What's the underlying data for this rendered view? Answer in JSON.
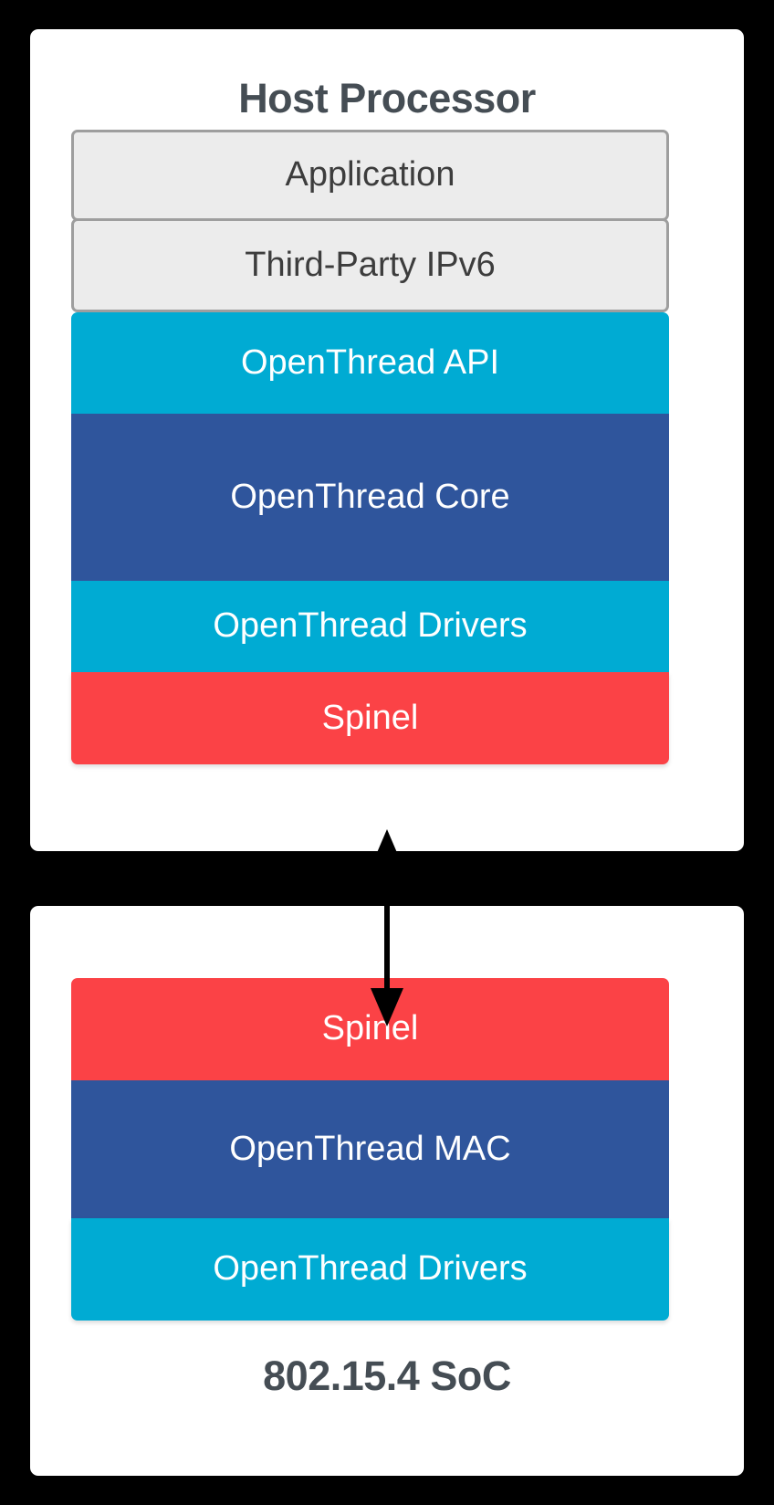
{
  "diagram": {
    "type": "layered-architecture",
    "background_color": "#000000",
    "panel_color": "#ffffff",
    "colors": {
      "cyan": "#00abd3",
      "navy": "#2f559c",
      "red": "#fb4246",
      "neutral_fill": "#ececec",
      "neutral_border": "#9e9e9e",
      "title_text": "#454d54",
      "neutral_text": "#3d3d3d",
      "layer_text": "#ffffff",
      "arrow": "#000000"
    },
    "panels": [
      {
        "id": "host-processor",
        "title": "Host Processor",
        "title_position": "top",
        "layers": [
          {
            "label": "Application",
            "style": "neutral",
            "color": "#ececec"
          },
          {
            "label": "Third-Party IPv6",
            "style": "neutral",
            "color": "#ececec"
          },
          {
            "label": "OpenThread API",
            "style": "cyan",
            "color": "#00abd3"
          },
          {
            "label": "OpenThread Core",
            "style": "navy",
            "color": "#2f559c"
          },
          {
            "label": "OpenThread Drivers",
            "style": "cyan",
            "color": "#00abd3"
          },
          {
            "label": "Spinel",
            "style": "red",
            "color": "#fb4246"
          }
        ]
      },
      {
        "id": "802-15-4-soc",
        "title": "802.15.4 SoC",
        "title_position": "bottom",
        "layers": [
          {
            "label": "Spinel",
            "style": "red",
            "color": "#fb4246"
          },
          {
            "label": "OpenThread MAC",
            "style": "navy",
            "color": "#2f559c"
          },
          {
            "label": "OpenThread Drivers",
            "style": "cyan",
            "color": "#00abd3"
          }
        ]
      }
    ],
    "connector": {
      "name": "spinel-link",
      "kind": "double-headed-arrow",
      "direction": "bidirectional",
      "from": "Spinel (Host Processor)",
      "to": "Spinel (802.15.4 SoC)",
      "label": ""
    }
  }
}
